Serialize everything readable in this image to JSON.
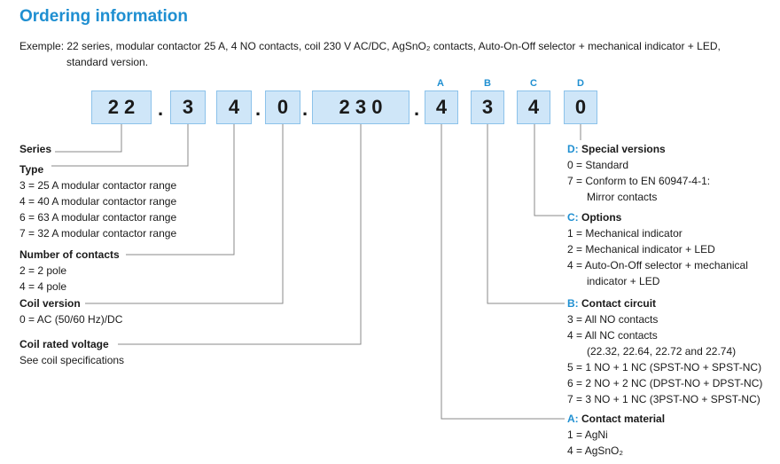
{
  "title": "Ordering information",
  "example": {
    "line1": "Exemple: 22 series, modular contactor 25 A, 4 NO contacts, coil 230 V AC/DC, AgSnO₂ contacts, Auto-On-Off selector + mechanical indicator + LED,",
    "line2": "standard version."
  },
  "code": {
    "series": "2 2",
    "type": "3",
    "contacts": "4",
    "coil_version": "0",
    "voltage": "2 3 0",
    "a": "4",
    "b": "3",
    "c": "4",
    "d": "0",
    "dot": "."
  },
  "letters": {
    "a": "A",
    "b": "B",
    "c": "C",
    "d": "D"
  },
  "left": {
    "series": {
      "label": "Series"
    },
    "type": {
      "label": "Type",
      "items": [
        "3 = 25 A modular contactor range",
        "4 = 40 A modular contactor range",
        "6 = 63 A modular contactor range",
        "7 = 32 A modular contactor range"
      ]
    },
    "contacts": {
      "label": "Number of contacts",
      "items": [
        "2 = 2 pole",
        "4 = 4 pole"
      ]
    },
    "coil_version": {
      "label": "Coil version",
      "items": [
        "0 = AC (50/60 Hz)/DC"
      ]
    },
    "coil_voltage": {
      "label": "Coil rated voltage",
      "items": [
        "See coil specifications"
      ]
    }
  },
  "right": {
    "d": {
      "prefix": "D:",
      "label": "Special versions",
      "items": [
        "0 = Standard",
        "7 = Conform to EN 60947-4-1:"
      ],
      "cont": "Mirror contacts"
    },
    "c": {
      "prefix": "C:",
      "label": "Options",
      "items": [
        "1 = Mechanical indicator",
        "2 = Mechanical indicator + LED",
        "4 = Auto-On-Off selector + mechanical"
      ],
      "cont": "indicator + LED"
    },
    "b": {
      "prefix": "B:",
      "label": "Contact circuit",
      "items": [
        "3 = All NO contacts",
        "4 = All NC contacts"
      ],
      "cont": "(22.32, 22.64, 22.72 and 22.74)",
      "items2": [
        "5 = 1 NO + 1 NC (SPST-NO + SPST-NC)",
        "6 = 2 NO + 2 NC (DPST-NO + DPST-NC)",
        "7 = 3 NO + 1 NC (3PST-NO + SPST-NC)"
      ]
    },
    "a": {
      "prefix": "A:",
      "label": "Contact material",
      "items": [
        "1 = AgNi",
        "4 = AgSnO₂"
      ]
    }
  },
  "colors": {
    "accent": "#1f8fd1",
    "box_fill": "#cfe6f8",
    "box_border": "#8cc2ea",
    "line": "#8a8a8a"
  }
}
